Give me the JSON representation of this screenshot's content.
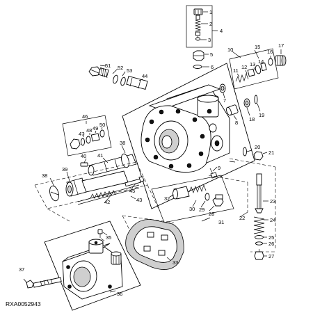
{
  "figure": {
    "reference": "RXA0052943"
  },
  "callouts": [
    {
      "id": "c1",
      "label": "1"
    },
    {
      "id": "c2",
      "label": "2"
    },
    {
      "id": "c3",
      "label": "3"
    },
    {
      "id": "c4",
      "label": "4"
    },
    {
      "id": "c5",
      "label": "5"
    },
    {
      "id": "c6",
      "label": "6"
    },
    {
      "id": "c7",
      "label": "7"
    },
    {
      "id": "c8",
      "label": "8"
    },
    {
      "id": "c9",
      "label": "9"
    },
    {
      "id": "c10",
      "label": "10"
    },
    {
      "id": "c11",
      "label": "11"
    },
    {
      "id": "c12",
      "label": "12"
    },
    {
      "id": "c13",
      "label": "13"
    },
    {
      "id": "c14",
      "label": "14"
    },
    {
      "id": "c15",
      "label": "15"
    },
    {
      "id": "c16",
      "label": "16"
    },
    {
      "id": "c17",
      "label": "17"
    },
    {
      "id": "c18",
      "label": "18"
    },
    {
      "id": "c19",
      "label": "19"
    },
    {
      "id": "c20",
      "label": "20"
    },
    {
      "id": "c21",
      "label": "21"
    },
    {
      "id": "c22",
      "label": "22"
    },
    {
      "id": "c23",
      "label": "23"
    },
    {
      "id": "c24",
      "label": "24"
    },
    {
      "id": "c25",
      "label": "25"
    },
    {
      "id": "c26",
      "label": "26"
    },
    {
      "id": "c27",
      "label": "27"
    },
    {
      "id": "c28",
      "label": "28"
    },
    {
      "id": "c29",
      "label": "29"
    },
    {
      "id": "c30",
      "label": "30"
    },
    {
      "id": "c31",
      "label": "31"
    },
    {
      "id": "c32",
      "label": "32"
    },
    {
      "id": "c33",
      "label": "33"
    },
    {
      "id": "c35",
      "label": "35"
    },
    {
      "id": "c36",
      "label": "36"
    },
    {
      "id": "c37",
      "label": "37"
    },
    {
      "id": "c38",
      "label": "38"
    },
    {
      "id": "c38b",
      "label": "38"
    },
    {
      "id": "c39",
      "label": "39"
    },
    {
      "id": "c40",
      "label": "40"
    },
    {
      "id": "c41",
      "label": "41"
    },
    {
      "id": "c42",
      "label": "42"
    },
    {
      "id": "c43",
      "label": "43"
    },
    {
      "id": "c44",
      "label": "44"
    },
    {
      "id": "c45",
      "label": "45"
    },
    {
      "id": "c46",
      "label": "46"
    },
    {
      "id": "c47",
      "label": "47"
    },
    {
      "id": "c48",
      "label": "48"
    },
    {
      "id": "c49",
      "label": "49"
    },
    {
      "id": "c50",
      "label": "50"
    },
    {
      "id": "c51",
      "label": "51"
    },
    {
      "id": "c52",
      "label": "52"
    },
    {
      "id": "c53",
      "label": "53"
    }
  ]
}
